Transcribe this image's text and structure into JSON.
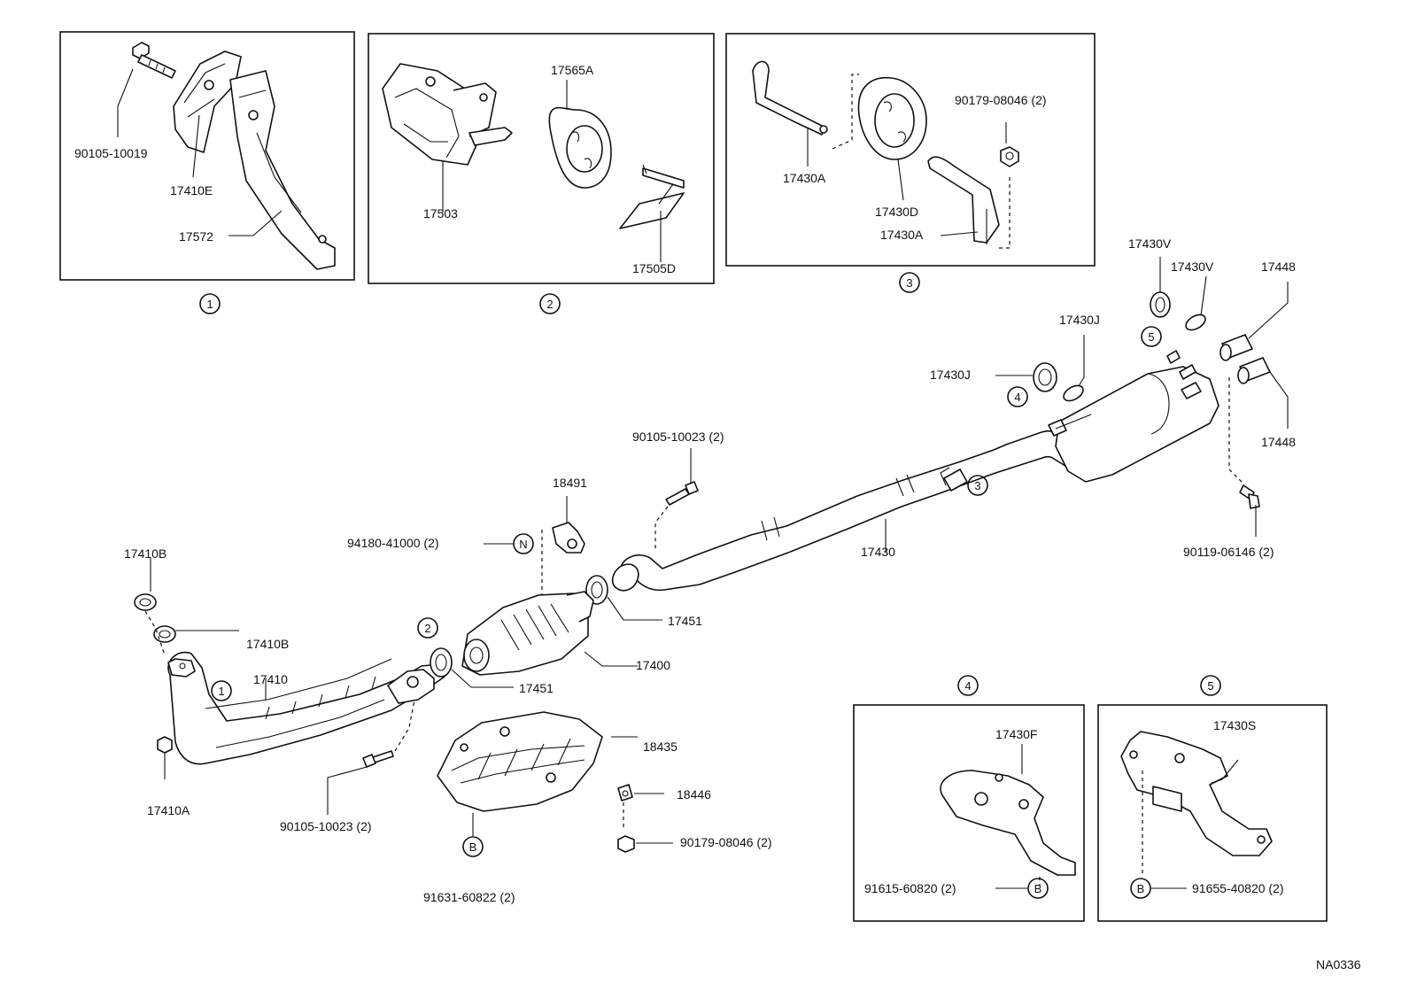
{
  "callouts": {
    "c1": "1",
    "c2": "2",
    "c3": "3",
    "c4": "4",
    "c5": "5",
    "c1_pipe": "1",
    "c2_cat": "2",
    "c3_pipe": "3",
    "c4_ring": "4",
    "c5_ring": "5",
    "c4_box": "4",
    "c5_box": "5",
    "n": "N",
    "b_cover": "B",
    "b4": "B",
    "b5": "B"
  },
  "labels": {
    "p90105_10019": "90105-10019",
    "p17410E": "17410E",
    "p17572": "17572",
    "p17503": "17503",
    "p17565A": "17565A",
    "p17505D": "17505D",
    "p17430A_top": "17430A",
    "p17430D": "17430D",
    "p17430A_bot": "17430A",
    "p90179_08046_top": "90179-08046 (2)",
    "p17430V_1": "17430V",
    "p17430V_2": "17430V",
    "p17448_1": "17448",
    "p17448_2": "17448",
    "p17430J_1": "17430J",
    "p17430J_2": "17430J",
    "p90105_10023_top": "90105-10023 (2)",
    "p18491": "18491",
    "p94180_41000": "94180-41000 (2)",
    "p17430": "17430",
    "p90119_06146": "90119-06146 (2)",
    "p17410B_1": "17410B",
    "p17410B_2": "17410B",
    "p17410": "17410",
    "p17451_1": "17451",
    "p17451_2": "17451",
    "p17400": "17400",
    "p18435": "18435",
    "p18446": "18446",
    "p17410A": "17410A",
    "p90105_10023_bot": "90105-10023 (2)",
    "p90179_08046_bot": "90179-08046 (2)",
    "p91631_60822": "91631-60822 (2)",
    "p17430F": "17430F",
    "p91615_60820": "91615-60820 (2)",
    "p17430S": "17430S",
    "p91655_40820": "91655-40820 (2)",
    "code": "NA0336"
  }
}
